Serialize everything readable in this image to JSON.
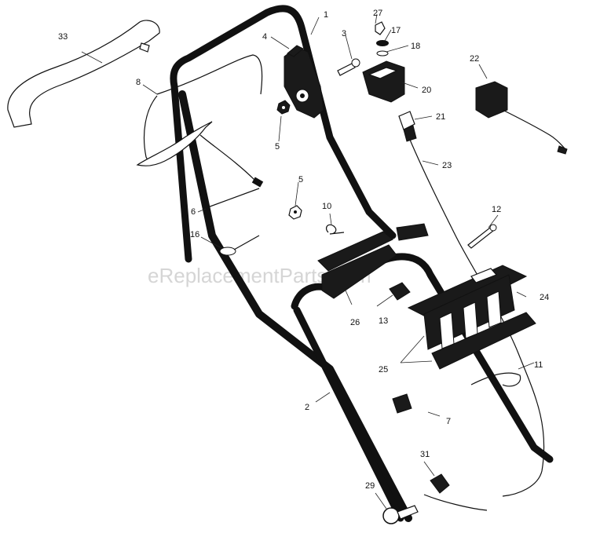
{
  "watermark": "eReplacementParts.com",
  "callouts": {
    "p1": "1",
    "p2": "2",
    "p3": "3",
    "p4": "4",
    "p5a": "5",
    "p5b": "5",
    "p6": "6",
    "p7": "7",
    "p8": "8",
    "p10": "10",
    "p11": "11",
    "p12": "12",
    "p13": "13",
    "p16": "16",
    "p17": "17",
    "p18": "18",
    "p20": "20",
    "p21": "21",
    "p22": "22",
    "p23": "23",
    "p24": "24",
    "p25": "25",
    "p26": "26",
    "p27": "27",
    "p29": "29",
    "p31": "31",
    "p33": "33"
  }
}
